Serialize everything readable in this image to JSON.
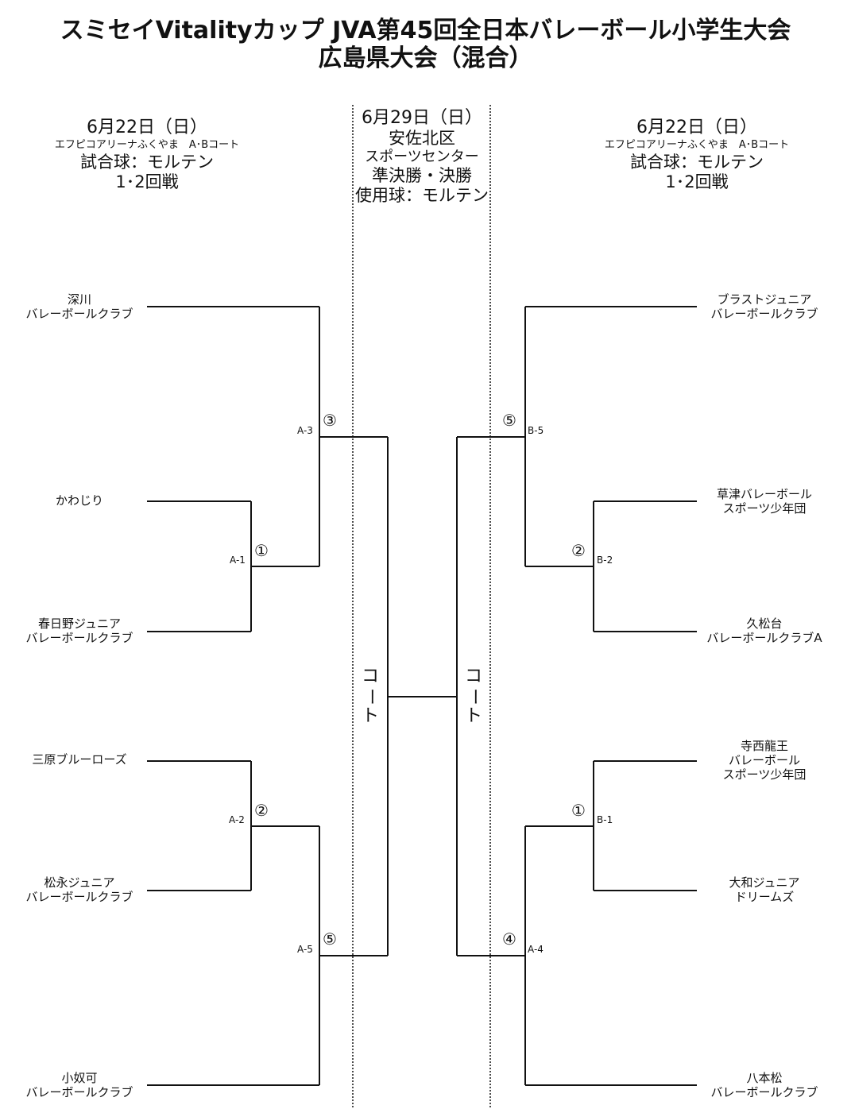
{
  "title": {
    "line1": "スミセイVitalityカップ JVA第45回全日本バレーボール小学生大会",
    "line2": "広島県大会（混合）"
  },
  "left_header": {
    "date": "6月22日（日）",
    "venue": "エフピコアリーナふくやま　A･Bコート",
    "ball": "試合球：モルテン",
    "rounds": "1･2回戦"
  },
  "center_header": {
    "date": "6月29日（日）",
    "venue1": "安佐北区",
    "venue2": "スポーツセンター",
    "rounds": "準決勝・決勝",
    "ball": "使用球：モルテン"
  },
  "right_header": {
    "date": "6月22日（日）",
    "venue": "エフピコアリーナふくやま　A･Bコート",
    "ball": "試合球：モルテン",
    "rounds": "1･2回戦"
  },
  "left_teams": [
    {
      "line1": "深川",
      "line2": "バレーボールクラブ"
    },
    {
      "line1": "かわじり",
      "line2": ""
    },
    {
      "line1": "春日野ジュニア",
      "line2": "バレーボールクラブ"
    },
    {
      "line1": "三原ブルーローズ",
      "line2": ""
    },
    {
      "line1": "松永ジュニア",
      "line2": "バレーボールクラブ"
    },
    {
      "line1": "小奴可",
      "line2": "バレーボールクラブ"
    }
  ],
  "right_teams": [
    {
      "line1": "ブラストジュニア",
      "line2": "バレーボールクラブ",
      "line3": ""
    },
    {
      "line1": "草津バレーボール",
      "line2": "スポーツ少年団",
      "line3": ""
    },
    {
      "line1": "久松台",
      "line2": "バレーボールクラブA",
      "line3": ""
    },
    {
      "line1": "寺西龍王",
      "line2": "バレーボール",
      "line3": "スポーツ少年団"
    },
    {
      "line1": "大和ジュニア",
      "line2": "ドリームズ",
      "line3": ""
    },
    {
      "line1": "八本松",
      "line2": "バレーボールクラブ",
      "line3": ""
    }
  ],
  "matches": {
    "a1": {
      "code": "A-1",
      "order": "①"
    },
    "a2": {
      "code": "A-2",
      "order": "②"
    },
    "a3": {
      "code": "A-3",
      "order": "③"
    },
    "a5": {
      "code": "A-5",
      "order": "⑤"
    },
    "b1": {
      "code": "B-1",
      "order": "①"
    },
    "b2": {
      "code": "B-2",
      "order": "②"
    },
    "b5": {
      "code": "B-5",
      "order": "⑤"
    },
    "a4": {
      "code": "A-4",
      "order": "④"
    }
  },
  "court_left": [
    "コ",
    "ー",
    "ト"
  ],
  "court_right": [
    "コ",
    "ー",
    "ト"
  ]
}
